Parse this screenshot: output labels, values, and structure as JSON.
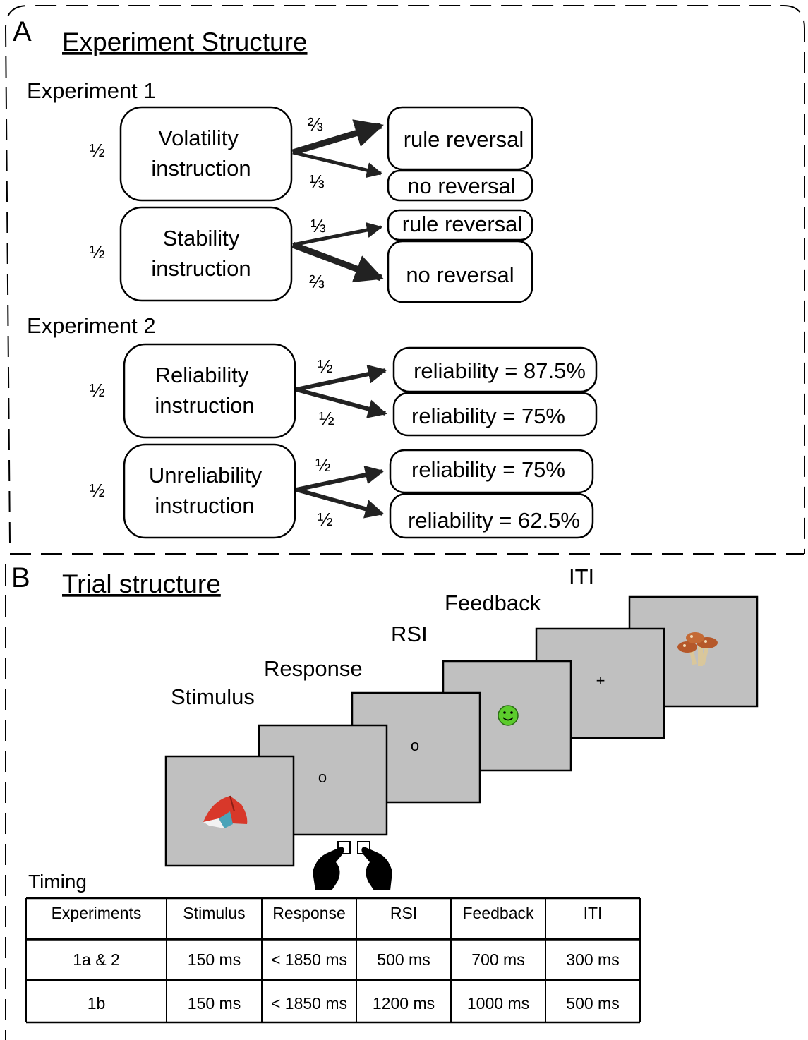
{
  "panel_a": {
    "letter": "A",
    "title": "Experiment Structure",
    "experiment1": {
      "label": "Experiment 1",
      "blocks": [
        {
          "prob": "½",
          "instruction_line1": "Volatility",
          "instruction_line2": "instruction",
          "branches": [
            {
              "prob": "⅔",
              "outcome": "rule reversal"
            },
            {
              "prob": "⅓",
              "outcome": "no reversal"
            }
          ]
        },
        {
          "prob": "½",
          "instruction_line1": "Stability",
          "instruction_line2": "instruction",
          "branches": [
            {
              "prob": "⅓",
              "outcome": "rule reversal"
            },
            {
              "prob": "⅔",
              "outcome": "no reversal"
            }
          ]
        }
      ]
    },
    "experiment2": {
      "label": "Experiment 2",
      "blocks": [
        {
          "prob": "½",
          "instruction_line1": "Reliability",
          "instruction_line2": "instruction",
          "branches": [
            {
              "prob": "½",
              "outcome": "reliability = 87.5%"
            },
            {
              "prob": "½",
              "outcome": "reliability = 75%"
            }
          ]
        },
        {
          "prob": "½",
          "instruction_line1": "Unreliability",
          "instruction_line2": "instruction",
          "branches": [
            {
              "prob": "½",
              "outcome": "reliability = 75%"
            },
            {
              "prob": "½",
              "outcome": "reliability = 62.5%"
            }
          ]
        }
      ]
    }
  },
  "panel_b": {
    "letter": "B",
    "title": "Trial structure",
    "screens": {
      "stimulus_label": "Stimulus",
      "response_label": "Response",
      "rsi_label": "RSI",
      "feedback_label": "Feedback",
      "iti_label": "ITI",
      "response_symbol": "o",
      "rsi_symbol": "o",
      "iti_symbol": "+"
    },
    "timing": {
      "label": "Timing",
      "headers": [
        "Experiments",
        "Stimulus",
        "Response",
        "RSI",
        "Feedback",
        "ITI"
      ],
      "rows": [
        [
          "1a & 2",
          "150 ms",
          "< 1850 ms",
          "500 ms",
          "700 ms",
          "300 ms"
        ],
        [
          "1b",
          "150 ms",
          "< 1850 ms",
          "1200 ms",
          "1000 ms",
          "500 ms"
        ]
      ]
    }
  },
  "colors": {
    "screen_fill": "#c0c0c0",
    "arrow": "#222222",
    "smiley": "#5ccc2c",
    "tent": "#d8382a",
    "mushroom": "#b5582a"
  }
}
